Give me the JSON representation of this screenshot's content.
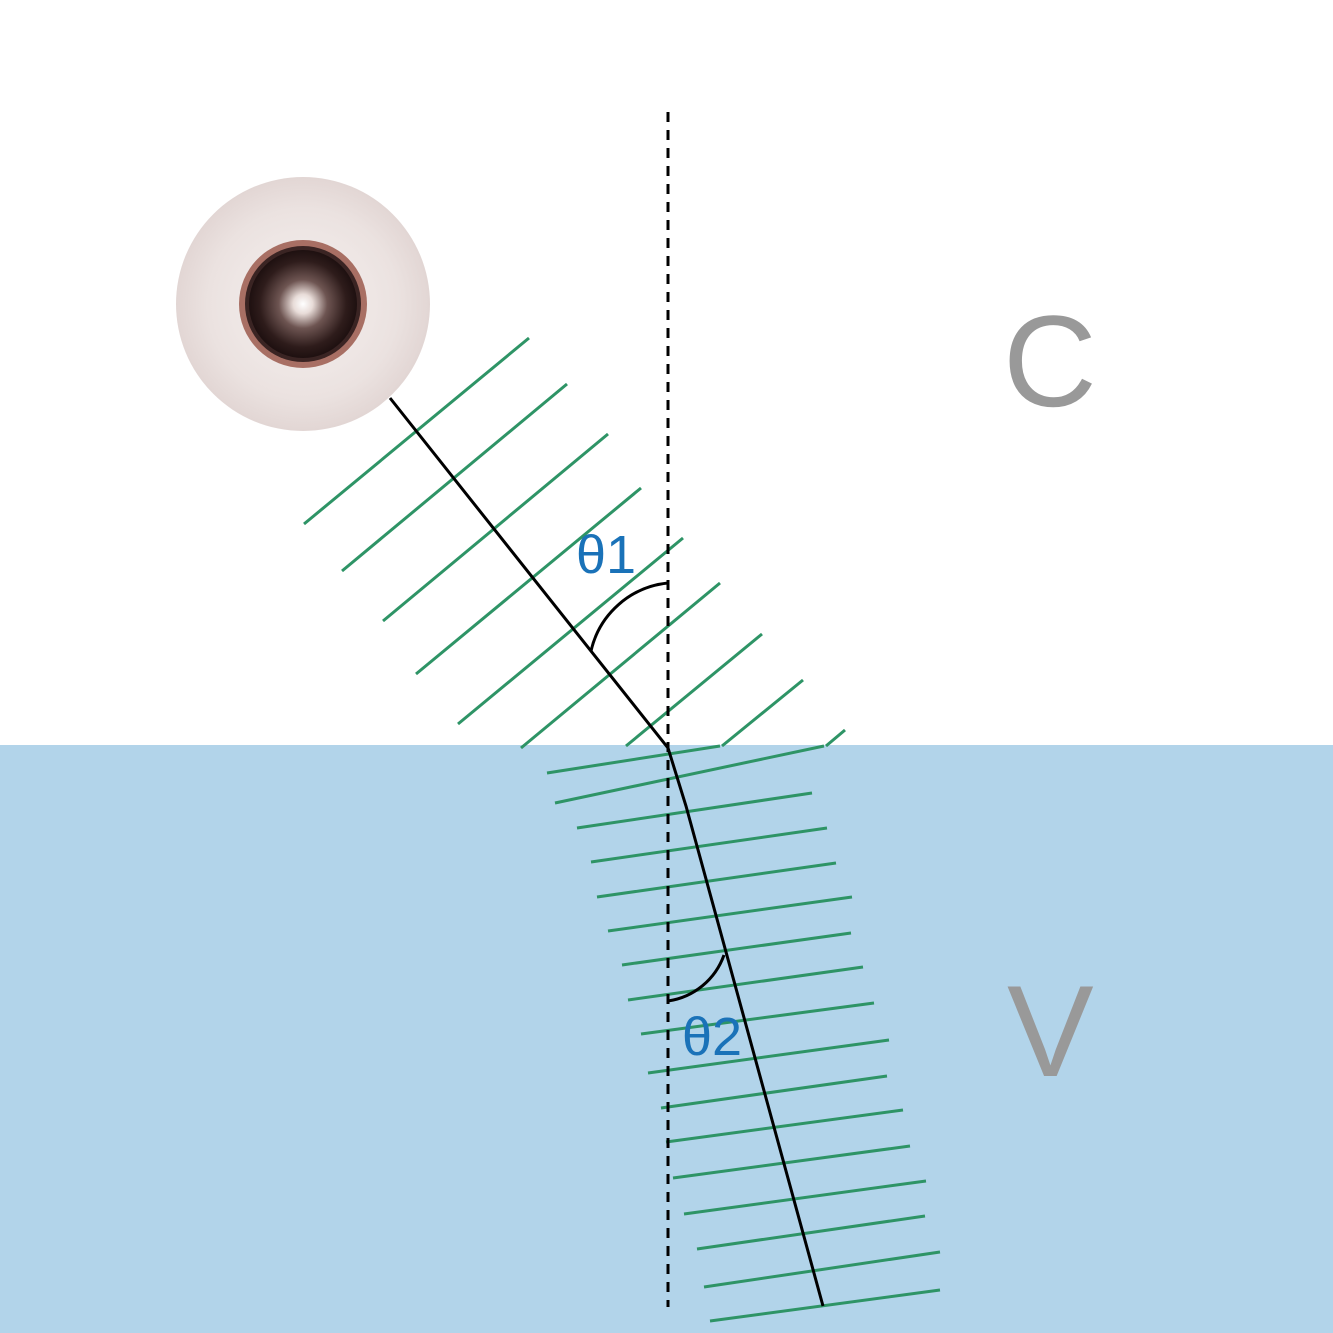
{
  "regions": {
    "upper_label": "C",
    "lower_label": "V"
  },
  "angles": {
    "theta1_label": "θ1",
    "theta2_label": "θ2"
  },
  "colors": {
    "background": "#ffffff",
    "lower_medium": "#b2d4ea",
    "wavefront": "#2e9466",
    "ray": "#000000",
    "normal": "#000000",
    "angle_label": "#1a72b8",
    "region_label": "#999999"
  },
  "icons": {
    "light_source": "eye-icon"
  }
}
